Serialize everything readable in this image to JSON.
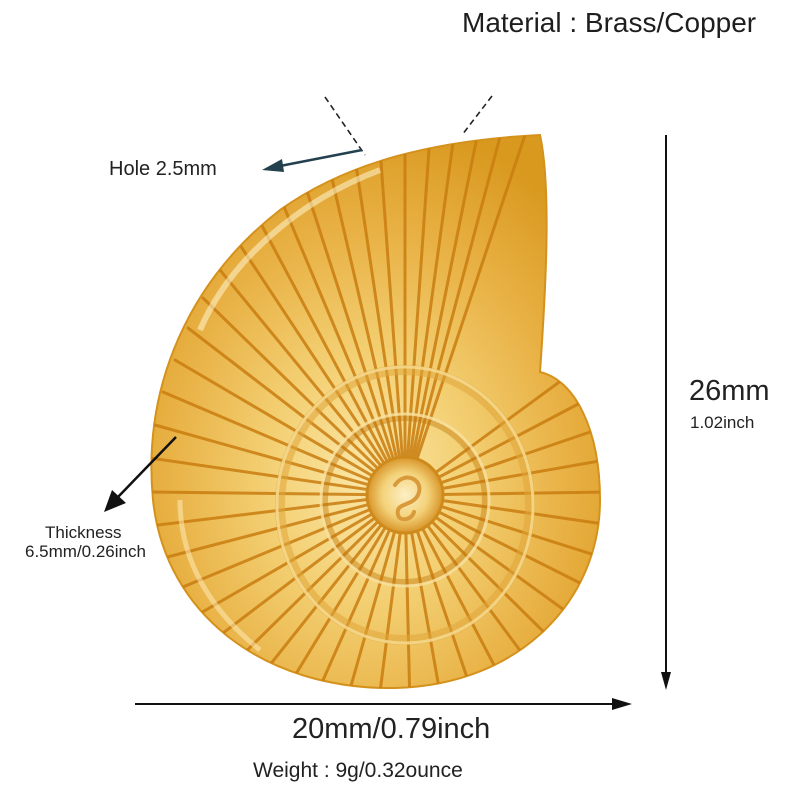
{
  "product": {
    "material": "Material : Brass/Copper",
    "hole": "Hole 2.5mm",
    "thickness_label": "Thickness",
    "thickness_value": "6.5mm/0.26inch",
    "height_mm": "26mm",
    "height_inch": "1.02inch",
    "width": "20mm/0.79inch",
    "weight": "Weight : 9g/0.32ounce"
  },
  "image": {
    "subject": "gold ammonite spiral shell pendant",
    "colors": {
      "gold_light": "#f7dc8a",
      "gold_mid": "#eab84a",
      "gold_deep": "#d48c10",
      "gold_shadow": "#a9600a",
      "arrow_dark": "#1a1a1a",
      "arrow_slate": "#23404f"
    }
  }
}
